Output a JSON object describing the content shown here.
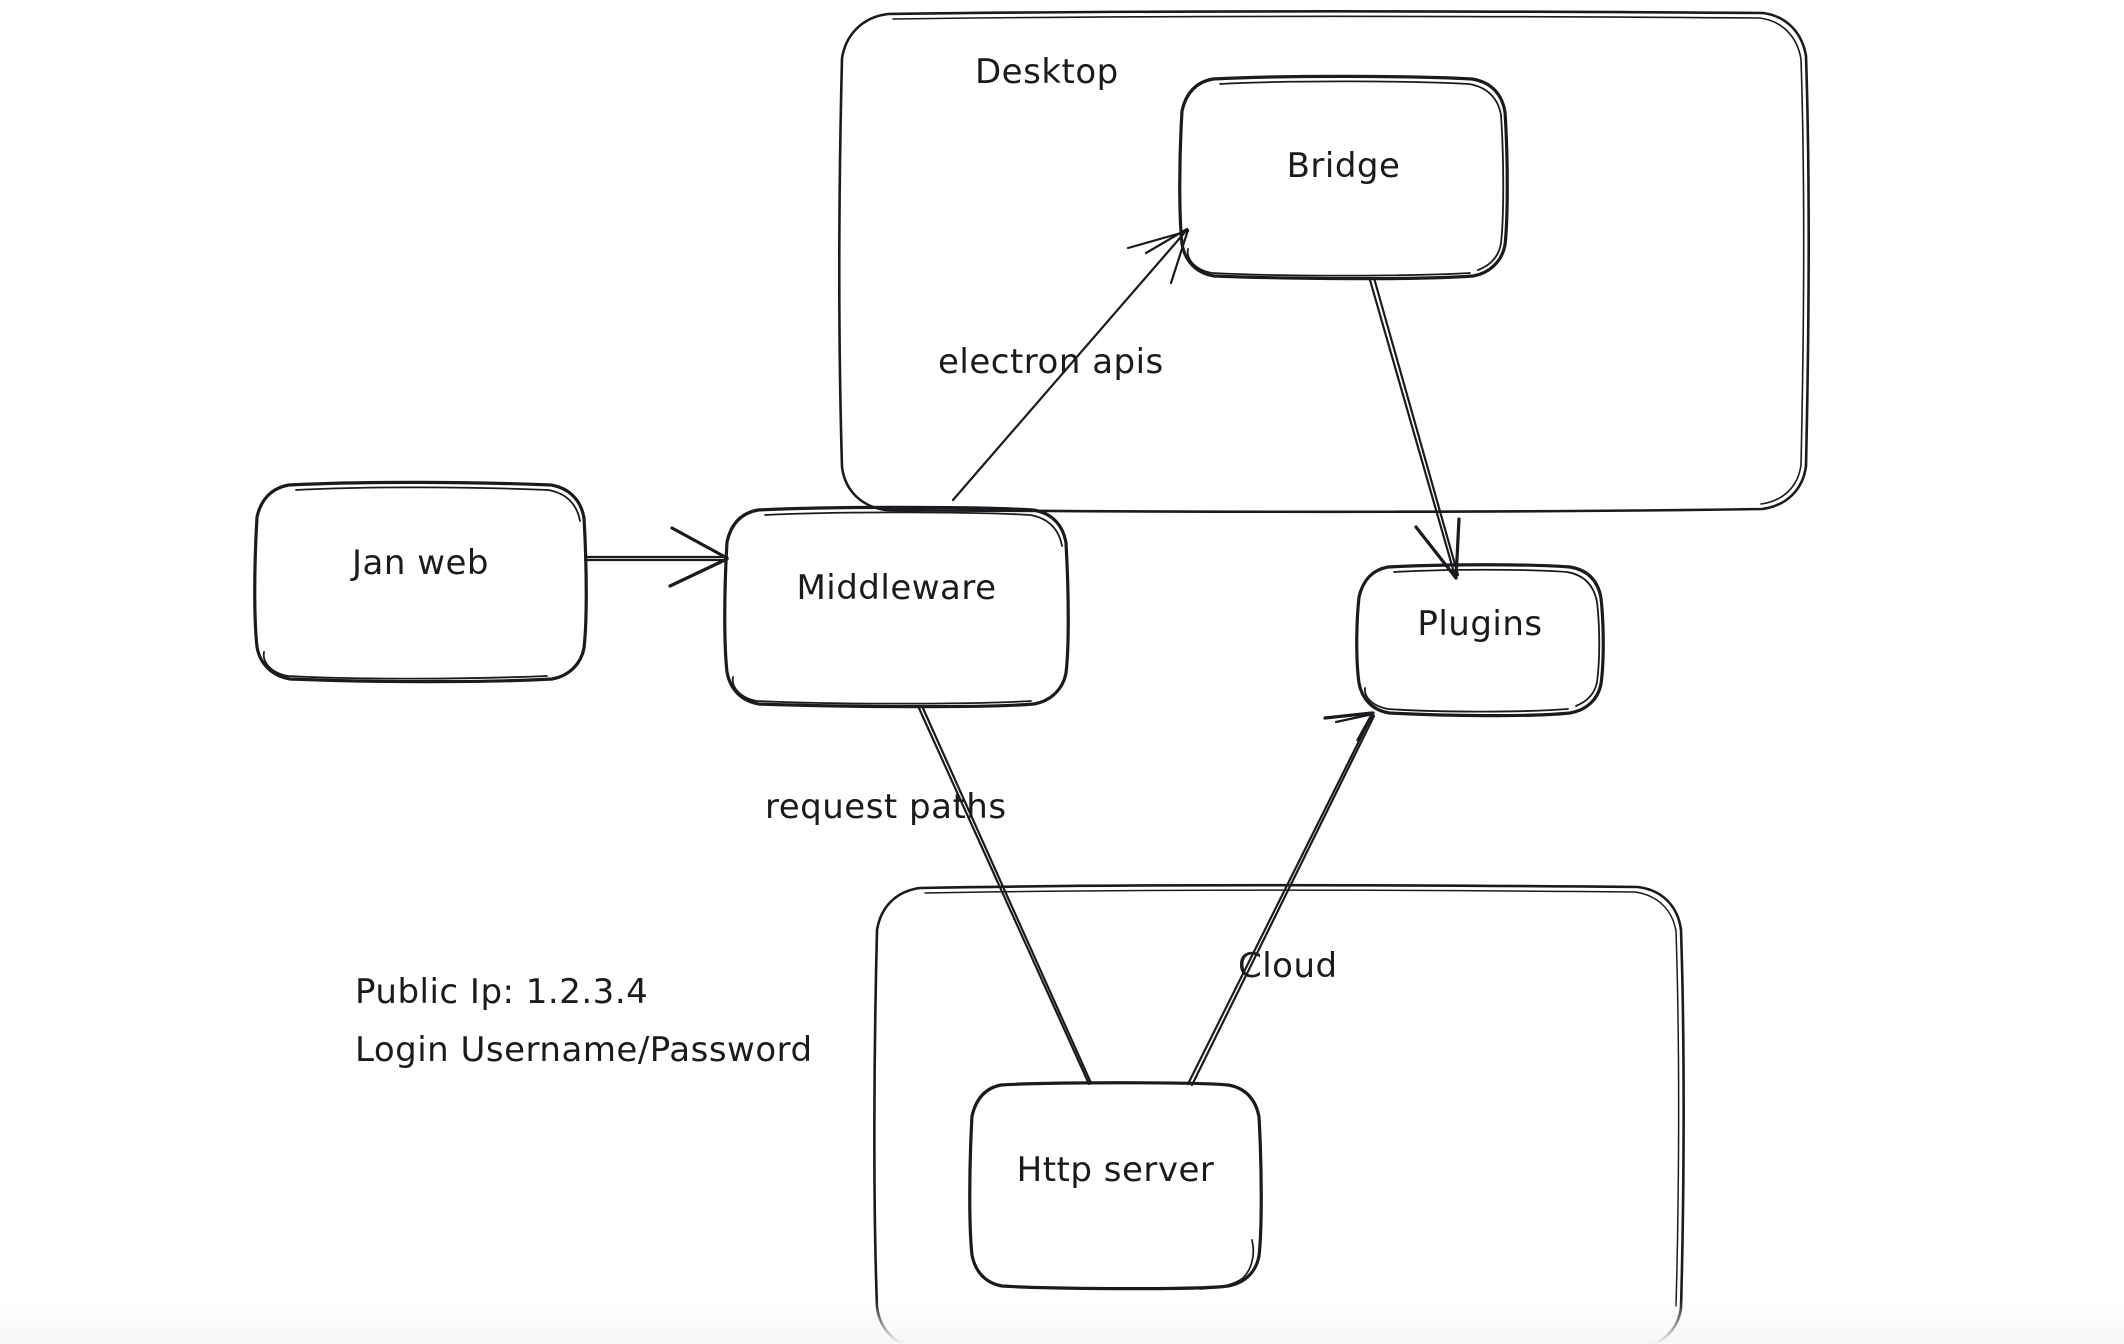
{
  "diagram": {
    "style": "hand-drawn-whiteboard",
    "background_color": "#ffffff",
    "stroke_color": "#1b1b1f",
    "groups": [
      {
        "id": "desktop",
        "label": "Desktop"
      },
      {
        "id": "cloud",
        "label": ""
      }
    ],
    "nodes": [
      {
        "id": "jan-web",
        "label": "Jan web"
      },
      {
        "id": "middleware",
        "label": "Middleware"
      },
      {
        "id": "bridge",
        "label": "Bridge"
      },
      {
        "id": "plugins",
        "label": "Plugins"
      },
      {
        "id": "http-server",
        "label": "Http server"
      }
    ],
    "edges": [
      {
        "id": "janweb-middleware",
        "from": "jan-web",
        "to": "middleware",
        "label": "",
        "arrow": true
      },
      {
        "id": "middleware-bridge",
        "from": "middleware",
        "to": "bridge",
        "label": "electron apis",
        "arrow": true
      },
      {
        "id": "bridge-plugins",
        "from": "bridge",
        "to": "plugins",
        "label": "",
        "arrow": true
      },
      {
        "id": "middleware-httpserver",
        "from": "middleware",
        "to": "http-server",
        "label": "request paths",
        "arrow": false
      },
      {
        "id": "httpserver-plugins",
        "from": "http-server",
        "to": "plugins",
        "label": "Cloud",
        "arrow": true
      }
    ],
    "notes": {
      "public_ip_line": "Public Ip: 1.2.3.4",
      "login_line": "Login Username/Password"
    }
  }
}
